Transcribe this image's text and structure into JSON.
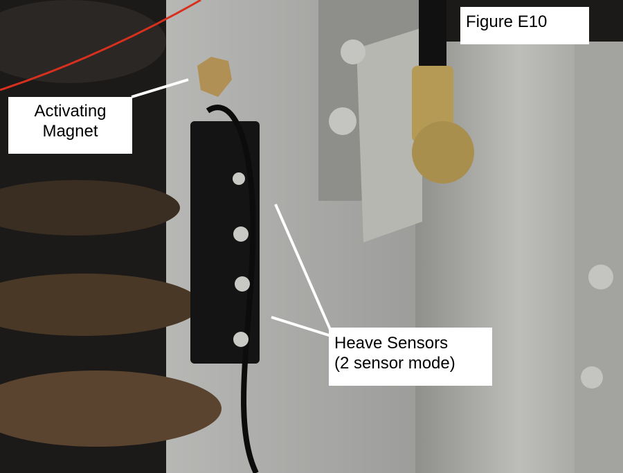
{
  "figure_label": "Figure E10",
  "annotations": {
    "magnet": [
      "Activating",
      "Magnet"
    ],
    "sensors": [
      "Heave Sensors",
      "(2 sensor mode)"
    ]
  },
  "colors": {
    "panel": "#a9aaa8",
    "aluminum": "#b3b4b0",
    "background": "#1c1a18",
    "label_bg": "#ffffff"
  }
}
